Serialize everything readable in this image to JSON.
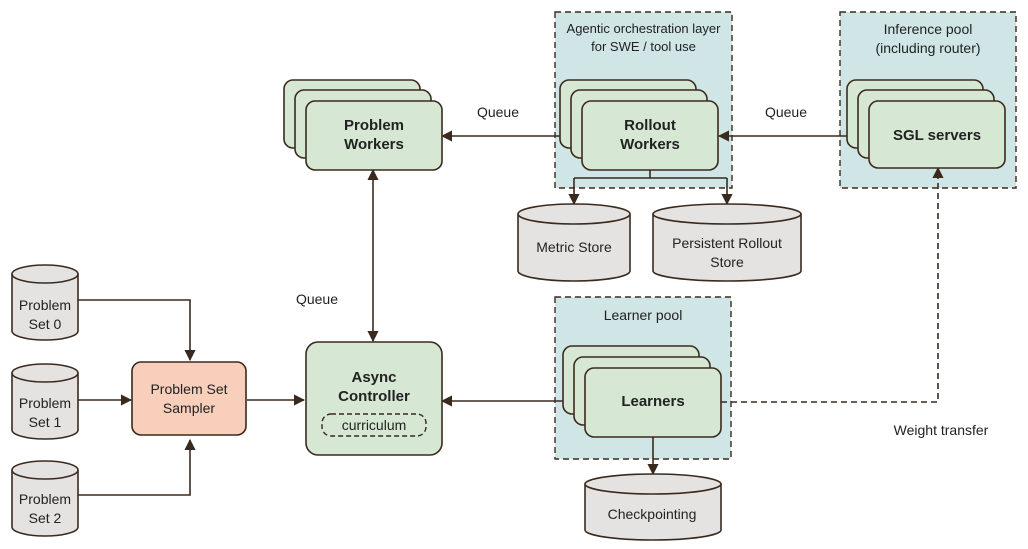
{
  "colors": {
    "node_fill": "#d6e8d4",
    "sampler_fill": "#f8cfba",
    "pool_fill": "#cfe5e6",
    "store_fill": "#e5e3e2",
    "stroke": "#3a2a1e"
  },
  "pools": {
    "agentic": [
      "Agentic orchestration layer",
      "for SWE / tool use"
    ],
    "inference": [
      "Inference pool",
      "(including router)"
    ],
    "learner": [
      "Learner pool"
    ]
  },
  "nodes": {
    "problem_workers": [
      "Problem",
      "Workers"
    ],
    "rollout_workers": [
      "Rollout",
      "Workers"
    ],
    "sgl_servers": [
      "SGL servers"
    ],
    "async_controller": [
      "Async",
      "Controller"
    ],
    "curriculum": "curriculum",
    "learners": [
      "Learners"
    ],
    "problem_set_sampler": [
      "Problem Set",
      "Sampler"
    ]
  },
  "stores": {
    "metric_store": [
      "Metric Store"
    ],
    "persistent_rollout_store": [
      "Persistent Rollout",
      "Store"
    ],
    "checkpointing": [
      "Checkpointing"
    ],
    "problem_set_0": [
      "Problem",
      "Set 0"
    ],
    "problem_set_1": [
      "Problem",
      "Set 1"
    ],
    "problem_set_2": [
      "Problem",
      "Set 2"
    ]
  },
  "edge_labels": {
    "queue_left": "Queue",
    "queue_right": "Queue",
    "queue_vertical": "Queue",
    "weight_transfer": "Weight transfer"
  }
}
